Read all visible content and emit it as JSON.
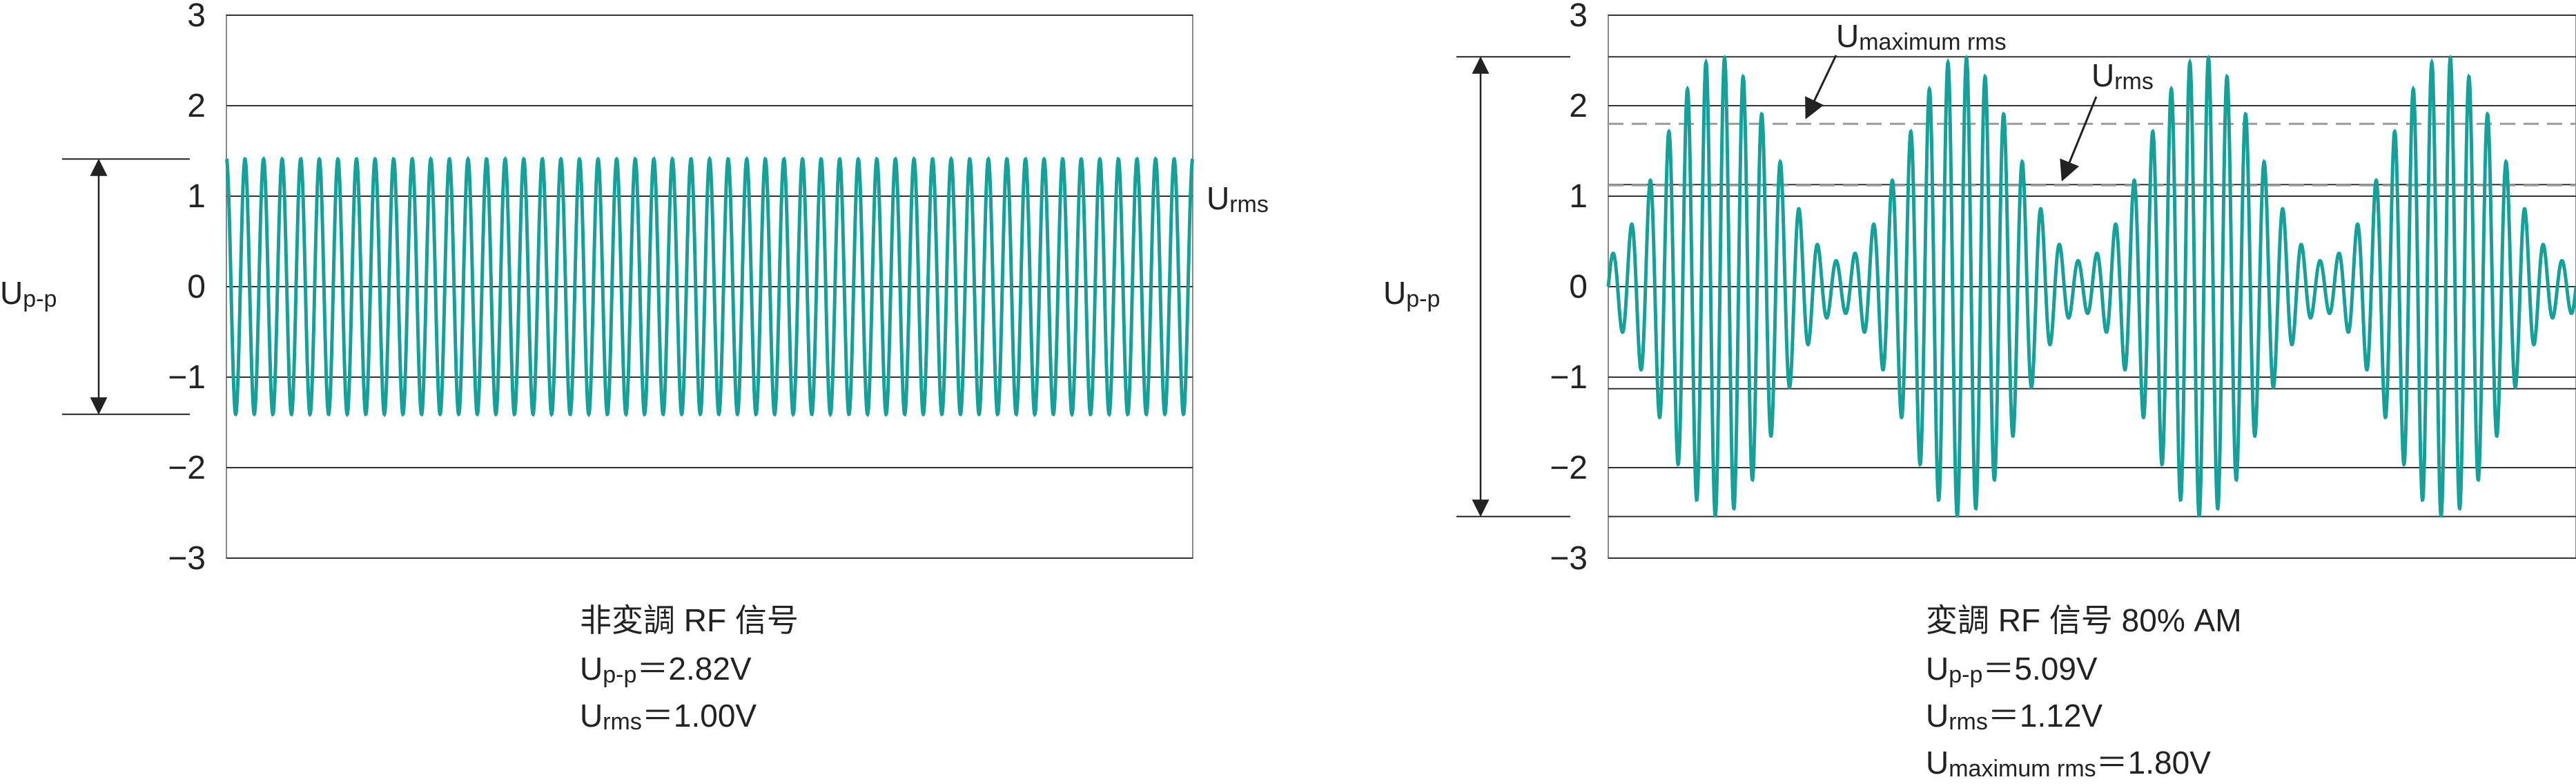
{
  "colors": {
    "signal": "#16a09a",
    "axis": "#333333",
    "dashed": "#9a9a9a",
    "text": "#222222"
  },
  "chart_data": [
    {
      "type": "line",
      "ylim": [
        -3,
        3
      ],
      "ytick_labels": [
        "3",
        "2",
        "1",
        "0",
        "−1",
        "−2",
        "−3"
      ],
      "yticks": [
        3,
        2,
        1,
        0,
        -1,
        -2,
        -3
      ],
      "amplitude": 1.41,
      "cycles": 52,
      "modulation_depth": 0,
      "rms_level": 1.0,
      "peak_level": 1.41,
      "labels": {
        "upp_main": "U",
        "upp_sub": "p-p",
        "urms_main": "U",
        "urms_sub": "rms"
      },
      "caption": {
        "line1": "非変調 RF 信号",
        "line2_main": "U",
        "line2_sub": "p-p",
        "line2_value": "＝2.82V",
        "line3_main": "U",
        "line3_sub": "rms",
        "line3_value": "＝1.00V"
      }
    },
    {
      "type": "line",
      "ylim": [
        -3,
        3
      ],
      "ytick_labels": [
        "3",
        "2",
        "1",
        "0",
        "−1",
        "−2",
        "−3"
      ],
      "yticks": [
        3,
        2,
        1,
        0,
        -1,
        -2,
        -3
      ],
      "carrier_amplitude": 1.41,
      "modulation_depth": 0.8,
      "cycles": 52,
      "envelope_periods": 4,
      "peak_level": 2.54,
      "rms_level": 1.12,
      "max_rms_level": 1.8,
      "labels": {
        "upp_main": "U",
        "upp_sub": "p-p",
        "urms_main": "U",
        "urms_sub": "rms",
        "umax_main": "U",
        "umax_sub": "maximum rms"
      },
      "caption": {
        "line1": "変調 RF 信号 80% AM",
        "line2_main": "U",
        "line2_sub": "p-p",
        "line2_value": "＝5.09V",
        "line3_main": "U",
        "line3_sub": "rms",
        "line3_value": "＝1.12V",
        "line4_main": "U",
        "line4_sub": "maximum rms",
        "line4_value": "＝1.80V"
      }
    }
  ]
}
